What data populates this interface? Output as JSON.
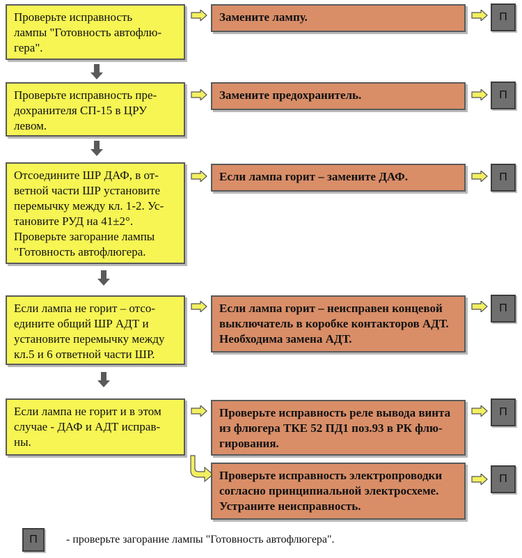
{
  "rows": [
    {
      "check": "Проверьте исправность\nлампы  \"Готовность автофлю-\nгера\".",
      "action": "Замените лампу."
    },
    {
      "check": "Проверьте исправность пре-\nдохранителя СП-15 в ЦРУ\nлевом.",
      "action": "Замените предохранитель."
    },
    {
      "check": "Отсоедините ШР ДАФ, в от-\nветной части ШР установите\nперемычку между кл. 1-2. Ус-\nтановите РУД на 41±2°.\n Проверьте загорание лампы\n\"Готовность автофлюгера.",
      "action": "Если  лампа горит – замените ДАФ."
    },
    {
      "check": "Если лампа не горит – отсо-\nедините общий ШР АДТ и\nустановите перемычку между\nкл.5 и 6 ответной части ШР.",
      "action": "Если лампа горит – неисправен концевой\nвыключатель в коробке контакторов АДТ.\nНеобходима замена АДТ."
    },
    {
      "check": "Если лампа не горит и в этом\nслучае  - ДАФ и АДТ исправ-\nны.",
      "action": "Проверьте исправность реле вывода винта\nиз флюгера ТКЕ 52 ПД1 поз.93 в РК флю-\nгирования."
    }
  ],
  "extra_action": "Проверьте исправность электропроводки\nсогласно принципиальной электросхеме.\nУстраните неисправность.",
  "p_label": "П",
  "legend": {
    "symbol": "П",
    "text": "- проверьте загорание лампы \"Готовность автофлюгера\"."
  },
  "colors": {
    "check": "#f6f554",
    "action": "#d98e68",
    "p_box": "#6f6f6f",
    "arrow_right": "#f2f060",
    "arrow_down": "#5a5a5a"
  },
  "icons": {
    "arrow_right": "block-arrow-right",
    "arrow_down": "block-arrow-down",
    "arrow_bend": "bent-arrow-down-right"
  }
}
